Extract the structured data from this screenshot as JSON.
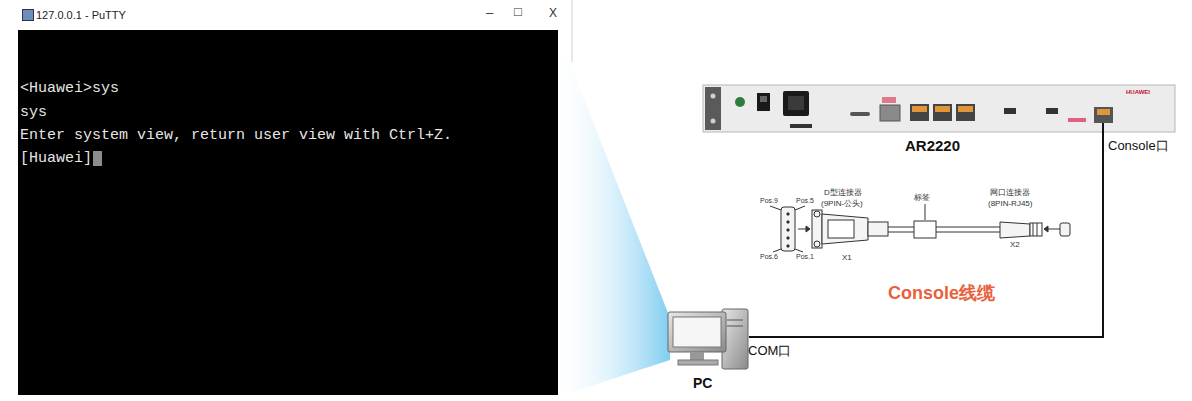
{
  "diagram": {
    "nodes": [
      {
        "text": [
          "127.0.0.1 - PuTTY",
          "<Huawei>sys",
          "sys",
          "Enter system view, return user view with Ctrl+Z.",
          "[Huawei]"
        ]
      },
      {
        "text": [
          "AR2220"
        ]
      },
      {
        "text": [
          "PC"
        ]
      }
    ],
    "edges": [
      {
        "from": 1,
        "to": 2,
        "arrow": "none"
      }
    ],
    "labels": [
      "–",
      "□",
      "X",
      "HUAWEI",
      "Console口",
      "Pos.9",
      "Pos.5",
      "D型连接器",
      "(9PIN-公头)",
      "标签",
      "网口连接器",
      "(8PIN-RJ45)",
      "Pos.6",
      "Pos.1",
      "X1",
      "X2",
      "Console线缆",
      "COM口"
    ]
  }
}
